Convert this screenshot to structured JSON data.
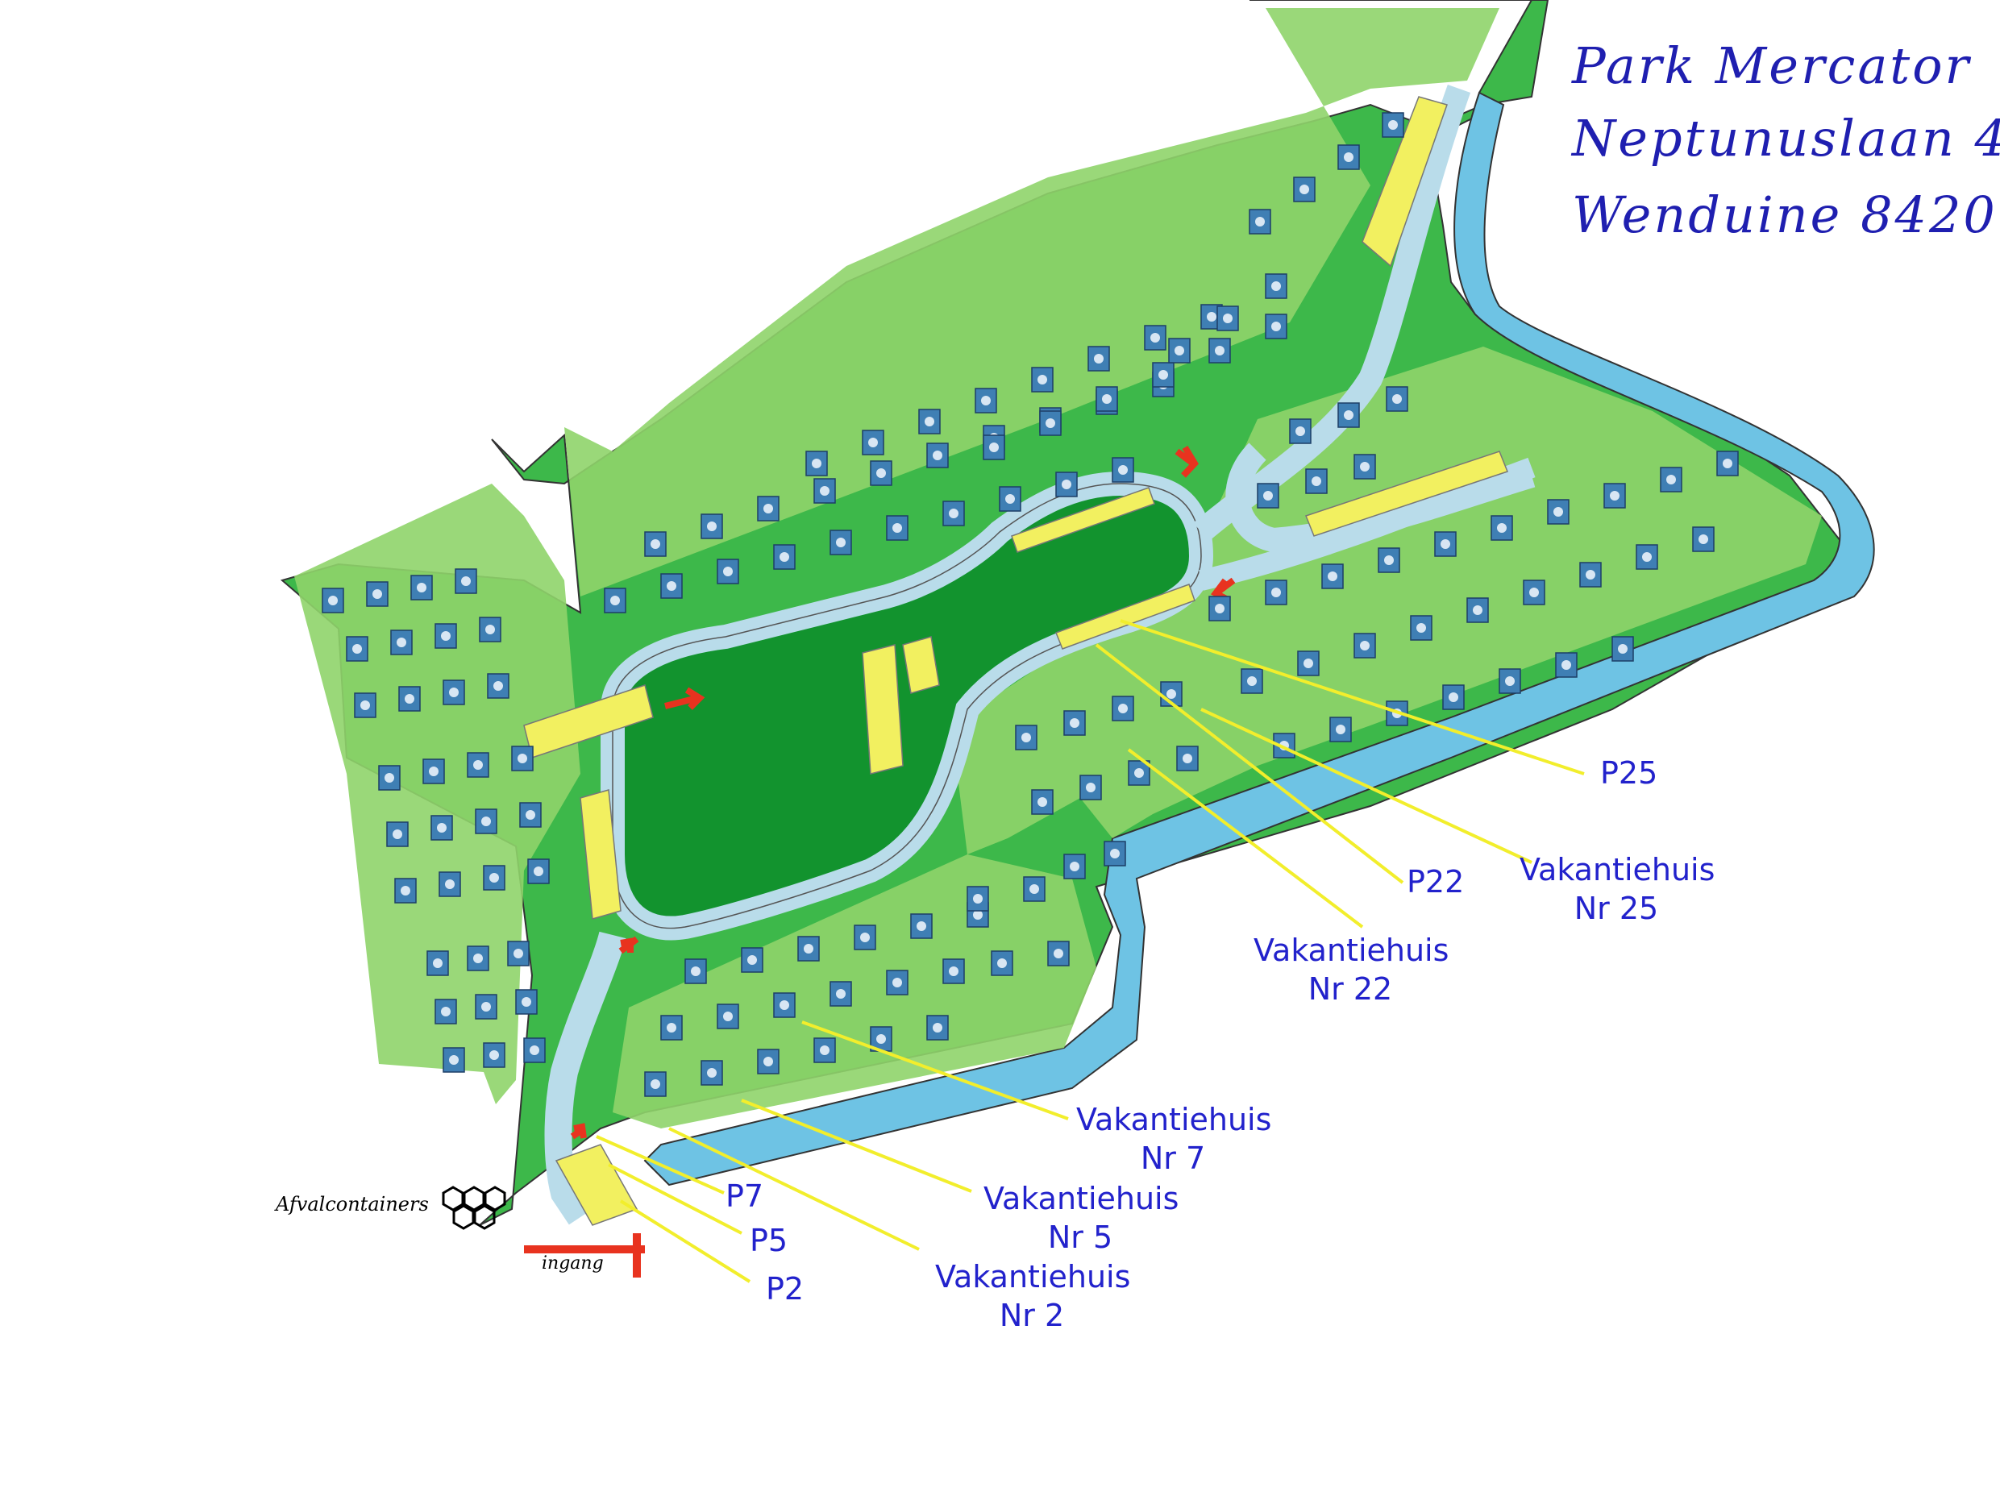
{
  "title": {
    "line1": "Park Mercator",
    "line2": "Neptunuslaan 4",
    "line3": "Wenduine 8420"
  },
  "labels": {
    "p25": "P25",
    "p22": "P22",
    "vh25": "Vakantiehuis",
    "vh25_nr": "Nr 25",
    "vh22": "Vakantiehuis",
    "vh22_nr": "Nr 22",
    "vh7": "Vakantiehuis",
    "vh7_nr": "Nr 7",
    "vh5": "Vakantiehuis",
    "vh5_nr": "Nr 5",
    "vh2": "Vakantiehuis",
    "vh2_nr": "Nr 2",
    "p7": "P7",
    "p5": "P5",
    "p2": "P2"
  },
  "legend": {
    "waste": "Afvalcontainers",
    "entrance": "ingang"
  },
  "colors": {
    "outer_green": "#3db84a",
    "plot_green": "#8fd46a",
    "central_green": "#12932e",
    "road": "#b9dcea",
    "water": "#6ec3e4",
    "parking": "#f2f060",
    "house": "#3f7fb4",
    "label_blue": "#2222cc",
    "arrow_red": "#e8331f"
  }
}
